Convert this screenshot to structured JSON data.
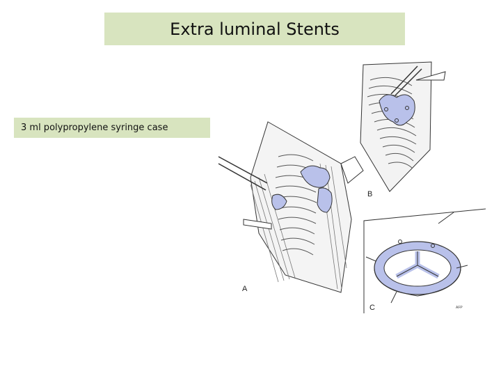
{
  "slide": {
    "title": "Extra luminal Stents",
    "caption": "3 ml polypropylene syringe case"
  },
  "illustration": {
    "panel_labels": [
      "A",
      "B",
      "C"
    ],
    "signature": "AFP",
    "stent_color": "#b9c1ea",
    "line_color": "#333333"
  }
}
